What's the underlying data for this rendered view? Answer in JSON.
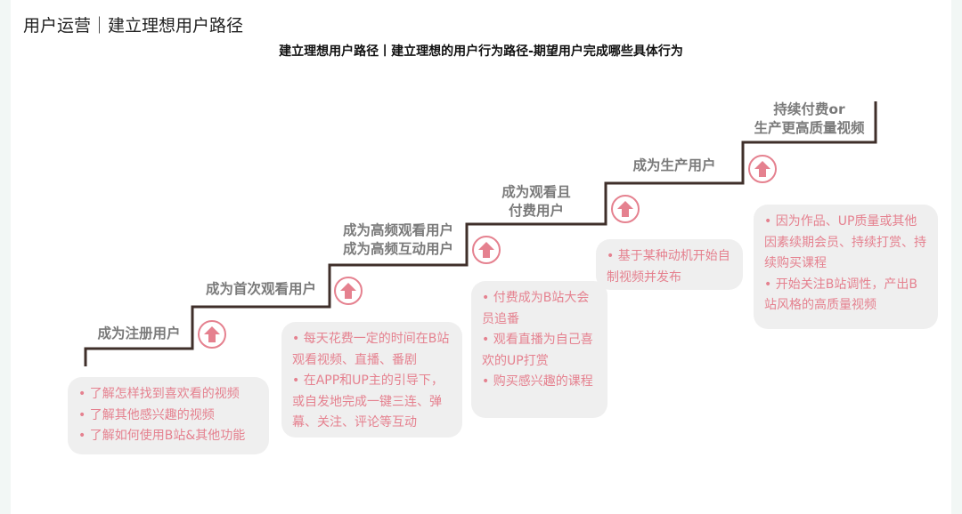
{
  "header": {
    "title": "用户运营｜建立理想用户路径",
    "subtitle": "建立理想用户路径丨建立理想的用户行为路径-期望用户完成哪些具体行为"
  },
  "colors": {
    "accent_pink": "#e5818f",
    "stair_line": "#3f2f2a",
    "label_gray": "#7a7a7a",
    "box_bg": "#efefef"
  },
  "stages": [
    {
      "label_lines": [
        "成为注册用户"
      ],
      "icon": "up-arrow-icon",
      "items": [
        "了解怎样找到喜欢看的视频",
        "了解其他感兴趣的视频",
        "了解如何使用B站&其他功能"
      ]
    },
    {
      "label_lines": [
        "成为首次观看用户"
      ],
      "icon": "up-arrow-icon",
      "items": [
        "每天花费一定的时间在B站观看视频、直播、番剧",
        "在APP和UP主的引导下，或自发地完成一键三连、弹幕、关注、评论等互动"
      ]
    },
    {
      "label_lines": [
        "成为高频观看用户",
        "成为高频互动用户"
      ],
      "icon": "up-arrow-icon",
      "items": [
        "付费成为B站大会员追番",
        "观看直播为自己喜欢的UP打赏",
        "购买感兴趣的课程"
      ]
    },
    {
      "label_lines": [
        "成为观看且",
        "付费用户"
      ],
      "icon": "up-arrow-icon",
      "items": [
        "基于某种动机开始自制视频并发布"
      ]
    },
    {
      "label_lines": [
        "成为生产用户"
      ],
      "icon": "up-arrow-icon",
      "items": [
        "因为作品、UP质量或其他因素续期会员、持续打赏、持续购买课程",
        "开始关注B站调性，产出B站风格的高质量视频"
      ]
    },
    {
      "label_lines": [
        "持续付费or",
        "生产更高质量视频"
      ]
    }
  ]
}
